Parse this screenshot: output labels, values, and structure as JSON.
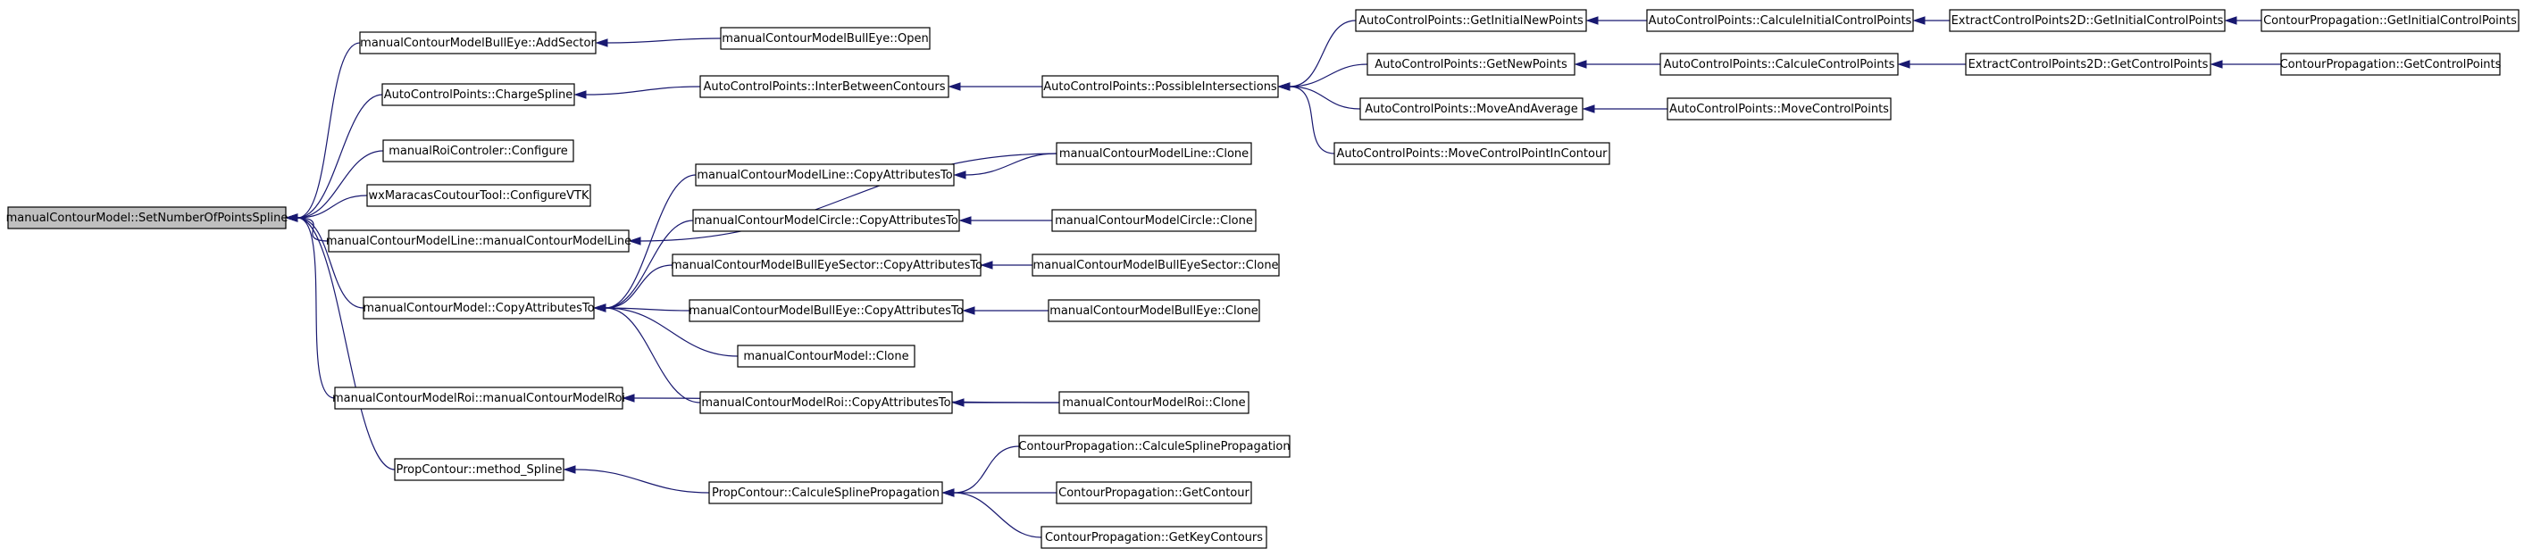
{
  "diagram": {
    "type": "call-graph",
    "colors": {
      "edge": "#191970",
      "root_fill": "#bfbfbf",
      "node_fill": "#ffffff",
      "node_border": "#000000"
    },
    "nodes": [
      {
        "id": "root",
        "label": "manualContourModel::SetNumberOfPointsSpline",
        "root": true
      },
      {
        "id": "bullAdd",
        "label": "manualContourModelBullEye::AddSector"
      },
      {
        "id": "bullOpen",
        "label": "manualContourModelBullEye::Open"
      },
      {
        "id": "acpCharge",
        "label": "AutoControlPoints::ChargeSpline"
      },
      {
        "id": "acpInter",
        "label": "AutoControlPoints::InterBetweenContours"
      },
      {
        "id": "acpPoss",
        "label": "AutoControlPoints::PossibleIntersections"
      },
      {
        "id": "acpGetInit",
        "label": "AutoControlPoints::GetInitialNewPoints"
      },
      {
        "id": "acpCalcInit",
        "label": "AutoControlPoints::CalculeInitialControlPoints"
      },
      {
        "id": "ecpGetInit",
        "label": "ExtractControlPoints2D::GetInitialControlPoints"
      },
      {
        "id": "cpGetInit",
        "label": "ContourPropagation::GetInitialControlPoints"
      },
      {
        "id": "acpGetNew",
        "label": "AutoControlPoints::GetNewPoints"
      },
      {
        "id": "acpCalc",
        "label": "AutoControlPoints::CalculeControlPoints"
      },
      {
        "id": "ecpGet",
        "label": "ExtractControlPoints2D::GetControlPoints"
      },
      {
        "id": "cpGet",
        "label": "ContourPropagation::GetControlPoints"
      },
      {
        "id": "acpMoveAvg",
        "label": "AutoControlPoints::MoveAndAverage"
      },
      {
        "id": "acpMoveCP",
        "label": "AutoControlPoints::MoveControlPoints"
      },
      {
        "id": "acpMovePIC",
        "label": "AutoControlPoints::MoveControlPointInContour"
      },
      {
        "id": "roiConf",
        "label": "manualRoiControler::Configure"
      },
      {
        "id": "wxConf",
        "label": "wxMaracasCoutourTool::ConfigureVTK"
      },
      {
        "id": "lineCtor",
        "label": "manualContourModelLine::manualContourModelLine"
      },
      {
        "id": "lineCopy",
        "label": "manualContourModelLine::CopyAttributesTo"
      },
      {
        "id": "lineClone",
        "label": "manualContourModelLine::Clone"
      },
      {
        "id": "circCopy",
        "label": "manualContourModelCircle::CopyAttributesTo"
      },
      {
        "id": "circClone",
        "label": "manualContourModelCircle::Clone"
      },
      {
        "id": "bsecCopy",
        "label": "manualContourModelBullEyeSector::CopyAttributesTo"
      },
      {
        "id": "bsecClone",
        "label": "manualContourModelBullEyeSector::Clone"
      },
      {
        "id": "mcmCopy",
        "label": "manualContourModel::CopyAttributesTo"
      },
      {
        "id": "bullCopy",
        "label": "manualContourModelBullEye::CopyAttributesTo"
      },
      {
        "id": "bullClone",
        "label": "manualContourModelBullEye::Clone"
      },
      {
        "id": "mcmClone",
        "label": "manualContourModel::Clone"
      },
      {
        "id": "roiCtor",
        "label": "manualContourModelRoi::manualContourModelRoi"
      },
      {
        "id": "roiCopy",
        "label": "manualContourModelRoi::CopyAttributesTo"
      },
      {
        "id": "roiClone",
        "label": "manualContourModelRoi::Clone"
      },
      {
        "id": "propMethod",
        "label": "PropContour::method_Spline"
      },
      {
        "id": "propCalc",
        "label": "PropContour::CalculeSplinePropagation"
      },
      {
        "id": "cpCalcSpline",
        "label": "ContourPropagation::CalculeSplinePropagation"
      },
      {
        "id": "cpGetContour",
        "label": "ContourPropagation::GetContour"
      },
      {
        "id": "cpGetKey",
        "label": "ContourPropagation::GetKeyContours"
      }
    ],
    "edges": [
      {
        "from": "bullAdd",
        "to": "root"
      },
      {
        "from": "acpCharge",
        "to": "root"
      },
      {
        "from": "roiConf",
        "to": "root"
      },
      {
        "from": "wxConf",
        "to": "root"
      },
      {
        "from": "lineCtor",
        "to": "root"
      },
      {
        "from": "mcmCopy",
        "to": "root"
      },
      {
        "from": "roiCtor",
        "to": "root"
      },
      {
        "from": "propMethod",
        "to": "root"
      },
      {
        "from": "bullOpen",
        "to": "bullAdd"
      },
      {
        "from": "acpInter",
        "to": "acpCharge"
      },
      {
        "from": "acpPoss",
        "to": "acpInter"
      },
      {
        "from": "acpGetInit",
        "to": "acpPoss"
      },
      {
        "from": "acpGetNew",
        "to": "acpPoss"
      },
      {
        "from": "acpMoveAvg",
        "to": "acpPoss"
      },
      {
        "from": "acpMovePIC",
        "to": "acpPoss"
      },
      {
        "from": "acpCalcInit",
        "to": "acpGetInit"
      },
      {
        "from": "ecpGetInit",
        "to": "acpCalcInit"
      },
      {
        "from": "cpGetInit",
        "to": "ecpGetInit"
      },
      {
        "from": "acpCalc",
        "to": "acpGetNew"
      },
      {
        "from": "ecpGet",
        "to": "acpCalc"
      },
      {
        "from": "cpGet",
        "to": "ecpGet"
      },
      {
        "from": "acpMoveCP",
        "to": "acpMoveAvg"
      },
      {
        "from": "lineClone",
        "to": "lineCtor"
      },
      {
        "from": "lineCopy",
        "to": "mcmCopy"
      },
      {
        "from": "circCopy",
        "to": "mcmCopy"
      },
      {
        "from": "bsecCopy",
        "to": "mcmCopy"
      },
      {
        "from": "bullCopy",
        "to": "mcmCopy"
      },
      {
        "from": "mcmClone",
        "to": "mcmCopy"
      },
      {
        "from": "roiCopy",
        "to": "mcmCopy"
      },
      {
        "from": "lineClone",
        "to": "lineCopy"
      },
      {
        "from": "circClone",
        "to": "circCopy"
      },
      {
        "from": "bsecClone",
        "to": "bsecCopy"
      },
      {
        "from": "bullClone",
        "to": "bullCopy"
      },
      {
        "from": "roiClone",
        "to": "roiCopy"
      },
      {
        "from": "roiClone",
        "to": "roiCtor"
      },
      {
        "from": "propCalc",
        "to": "propMethod"
      },
      {
        "from": "cpCalcSpline",
        "to": "propCalc"
      },
      {
        "from": "cpGetContour",
        "to": "propCalc"
      },
      {
        "from": "cpGetKey",
        "to": "propCalc"
      }
    ]
  }
}
